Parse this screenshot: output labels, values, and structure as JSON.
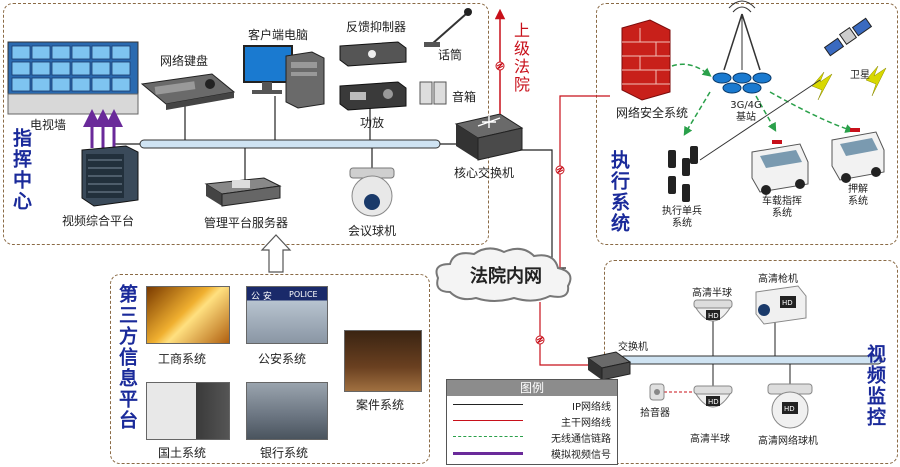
{
  "colors": {
    "title_blue": "#1a2a9a",
    "court_red": "#c8101a",
    "ip_line": "#222222",
    "trunk_line": "#c8101a",
    "wireless": "#2aa04a",
    "video_signal": "#6a2a9a",
    "panel_border": "#8a6a45"
  },
  "command_center": {
    "title": "指挥中心",
    "video_wall": {
      "label": "电视墙",
      "icon": "video-wall-icon"
    },
    "video_platform": {
      "label": "视频综合平台",
      "icon": "server-rack-icon"
    },
    "network_keyboard": {
      "label": "网络键盘",
      "icon": "keyboard-icon"
    },
    "client_pc": {
      "label": "客户端电脑",
      "icon": "desktop-pc-icon"
    },
    "feedback_suppressor": {
      "label": "反馈抑制器",
      "icon": "rack-device-icon"
    },
    "microphone": {
      "label": "话筒",
      "icon": "microphone-icon"
    },
    "amplifier": {
      "label": "功放",
      "icon": "amplifier-icon"
    },
    "speaker": {
      "label": "音箱",
      "icon": "speaker-icon"
    },
    "mgmt_server": {
      "label": "管理平台服务器",
      "icon": "server-icon"
    },
    "meeting_camera": {
      "label": "会议球机",
      "icon": "dome-camera-icon"
    },
    "core_switch": {
      "label": "核心交换机",
      "icon": "switch-icon"
    }
  },
  "upper_court": {
    "label": "上级法院"
  },
  "court_network": {
    "label": "法院内网"
  },
  "execution_system": {
    "title": "执行系统",
    "firewall": {
      "label": "网络安全系统",
      "icon": "firewall-icon"
    },
    "base_station": {
      "label": "3G/4G 基站",
      "icon": "base-station-icon"
    },
    "satellite": {
      "label": "卫星",
      "icon": "satellite-icon"
    },
    "soldier": {
      "label": "执行单兵系统",
      "icon": "radio-icon"
    },
    "vehicle": {
      "label": "车载指挥系统",
      "icon": "police-van-icon"
    },
    "escort": {
      "label": "押解系统",
      "icon": "police-van-icon"
    }
  },
  "third_party": {
    "title": "第三方信息平台",
    "items": [
      {
        "label": "工商系统",
        "icon": "gold-bars-photo"
      },
      {
        "label": "公安系统",
        "icon": "police-station-photo",
        "sign": "公 安",
        "sign_en": "POLICE"
      },
      {
        "label": "案件系统",
        "icon": "courtroom-photo"
      },
      {
        "label": "国土系统",
        "icon": "land-bureau-photo"
      },
      {
        "label": "银行系统",
        "icon": "bank-photo"
      }
    ]
  },
  "video_monitor": {
    "title": "视频监控",
    "switch": {
      "label": "交换机",
      "icon": "switch-icon"
    },
    "hd_dome_1": {
      "label": "高清半球",
      "icon": "hd-dome-icon"
    },
    "hd_bullet": {
      "label": "高清枪机",
      "icon": "hd-bullet-icon"
    },
    "pickup": {
      "label": "拾音器",
      "icon": "pickup-icon"
    },
    "hd_dome_2": {
      "label": "高清半球",
      "icon": "hd-dome-icon"
    },
    "hd_ptz": {
      "label": "高清网络球机",
      "icon": "hd-ptz-icon"
    }
  },
  "legend": {
    "title": "图例",
    "items": [
      {
        "label": "IP网络线",
        "style": "ip"
      },
      {
        "label": "主干网络线",
        "style": "trunk"
      },
      {
        "label": "无线通信链路",
        "style": "wireless"
      },
      {
        "label": "模拟视频信号",
        "style": "video"
      }
    ]
  }
}
